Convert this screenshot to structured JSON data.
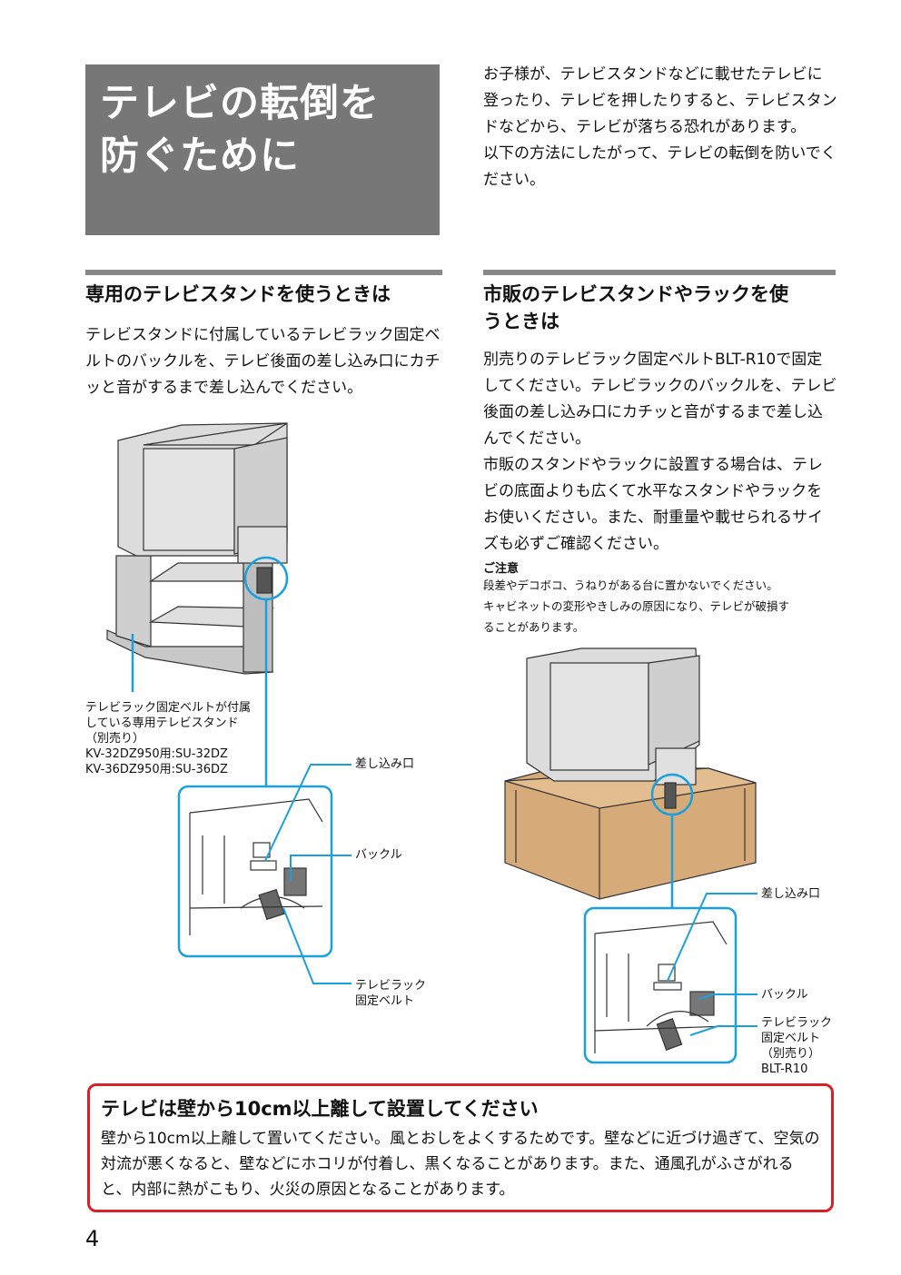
{
  "title": {
    "line1": "テレビの転倒を",
    "line2": "防ぐために"
  },
  "intro": {
    "p1": "お子様が、テレビスタンドなどに載せたテレビに登ったり、テレビを押したりすると、テレビスタンドなどから、テレビが落ちる恐れがあります。",
    "p2": "以下の方法にしたがって、テレビの転倒を防いでください。"
  },
  "left_section": {
    "heading": "専用のテレビスタンドを使うときは",
    "body": "テレビスタンドに付属しているテレビラック固定ベルトのバックルを、テレビ後面の差し込み口にカチッと音がするまで差し込んでください。",
    "stand_label": {
      "l1": "テレビラック固定ベルトが付属",
      "l2": "している専用テレビスタンド",
      "l3": "（別売り）",
      "l4": "KV-32DZ950用:SU-32DZ",
      "l5": "KV-36DZ950用:SU-36DZ"
    },
    "callout_slot": "差し込み口",
    "callout_buckle": "バックル",
    "callout_belt": {
      "l1": "テレビラック",
      "l2": "固定ベルト"
    }
  },
  "right_section": {
    "heading_l1": "市販のテレビスタンドやラックを使",
    "heading_l2": "うときは",
    "body_p1": "別売りのテレビラック固定ベルトBLT-R10で固定してください。テレビラックのバックルを、テレビ後面の差し込み口にカチッと音がするまで差し込んでください。",
    "body_p2": "市販のスタンドやラックに設置する場合は、テレビの底面よりも広くて水平なスタンドやラックをお使いください。また、耐重量や載せられるサイズも必ずご確認ください。",
    "note_title": "ご注意",
    "note_l1": "段差やデコボコ、うねりがある台に置かないでください。",
    "note_l2": "キャビネットの変形やきしみの原因になり、テレビが破損す",
    "note_l3": "ることがあります。",
    "callout_slot": "差し込み口",
    "callout_buckle": "バックル",
    "callout_belt": {
      "l1": "テレビラック",
      "l2": "固定ベルト",
      "l3": "（別売り）",
      "l4": "BLT-R10"
    }
  },
  "warning": {
    "title": "テレビは壁から10cm以上離して設置してください",
    "body": "壁から10cm以上離して置いてください。風とおしをよくするためです。壁などに近づけ過ぎて、空気の対流が悪くなると、壁などにホコリが付着し、黒くなることがあります。また、通風孔がふさがれると、内部に熱がこもり、火災の原因となることがあります。"
  },
  "colors": {
    "accent_blue": "#1aa0dc",
    "warning_red": "#d8202a",
    "rack_wood": "#d7ab79"
  },
  "page_number": "4"
}
